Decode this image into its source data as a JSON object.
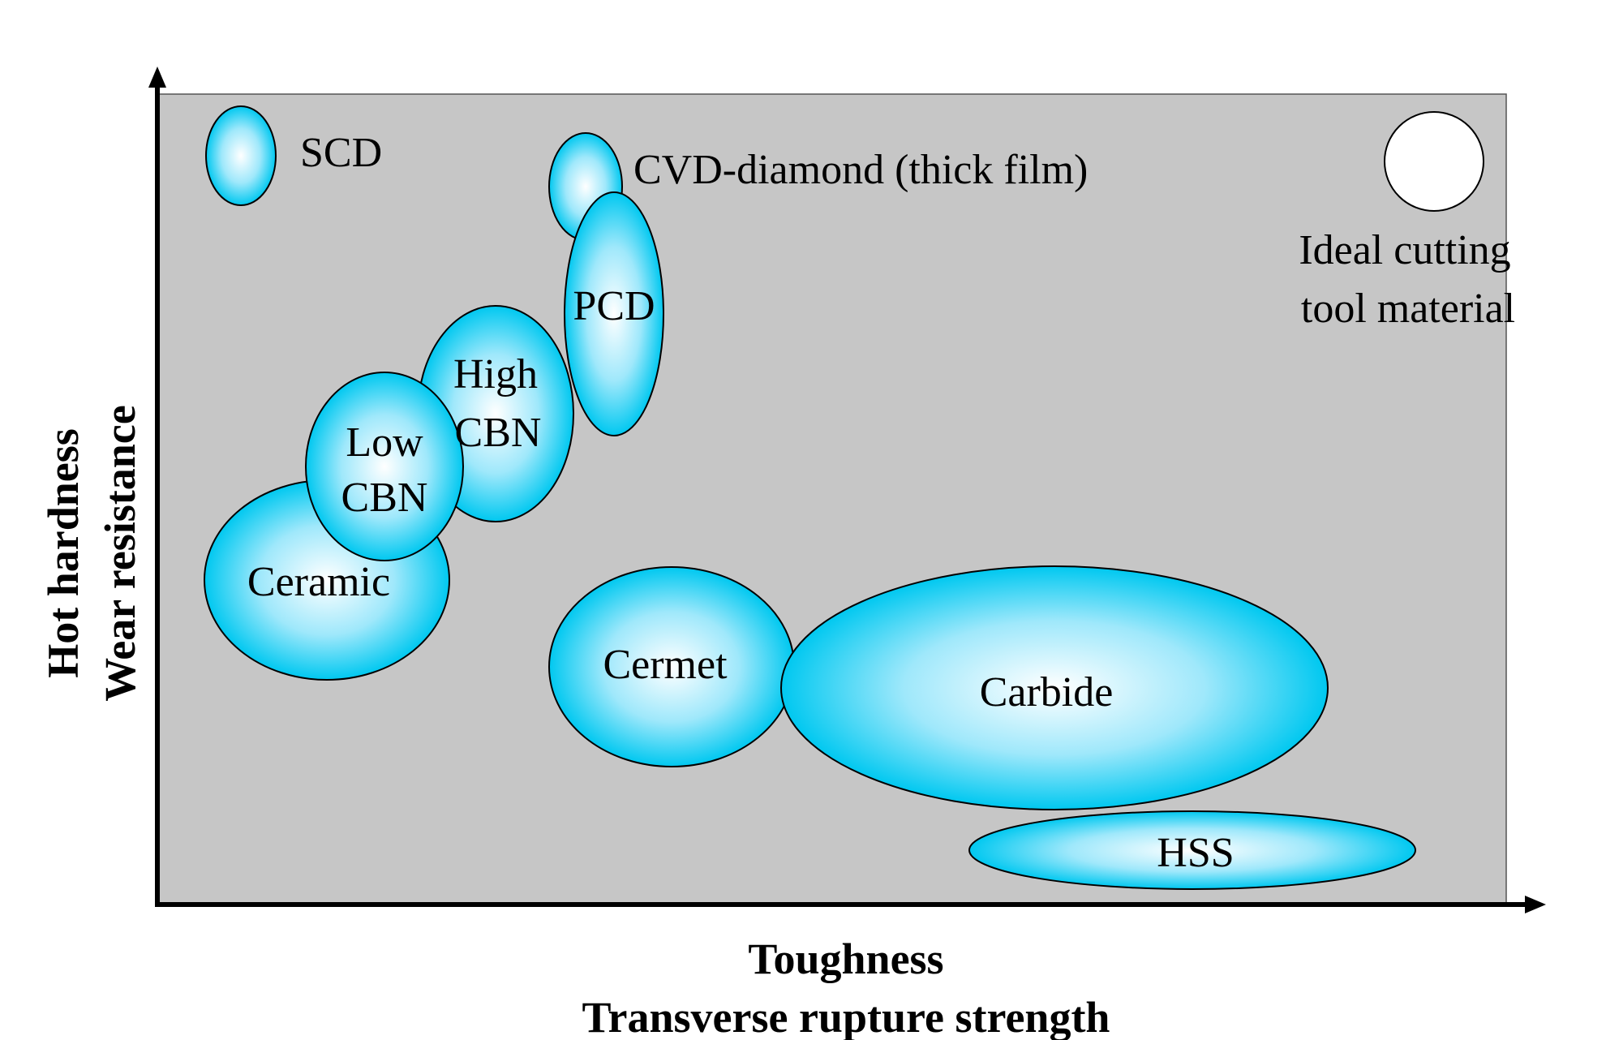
{
  "axes": {
    "x_title_line1": "Toughness",
    "x_title_line2": "Transverse rupture strength",
    "y_title_line1": "Hot hardness",
    "y_title_line2": "Wear resistance"
  },
  "materials": {
    "scd": "SCD",
    "cvd_diamond": "CVD-diamond (thick film)",
    "pcd": "PCD",
    "high_cbn_line1": "High",
    "high_cbn_line2": "CBN",
    "low_cbn_line1": "Low",
    "low_cbn_line2": "CBN",
    "ceramic": "Ceramic",
    "cermet": "Cermet",
    "carbide": "Carbide",
    "hss": "HSS"
  },
  "ideal": {
    "line1": "Ideal cutting",
    "line2": "tool material"
  },
  "colors": {
    "plot_background": "#c6c6c6",
    "bubble_edge": "#00c8f0",
    "bubble_center": "#ffffff",
    "axis": "#000000"
  }
}
